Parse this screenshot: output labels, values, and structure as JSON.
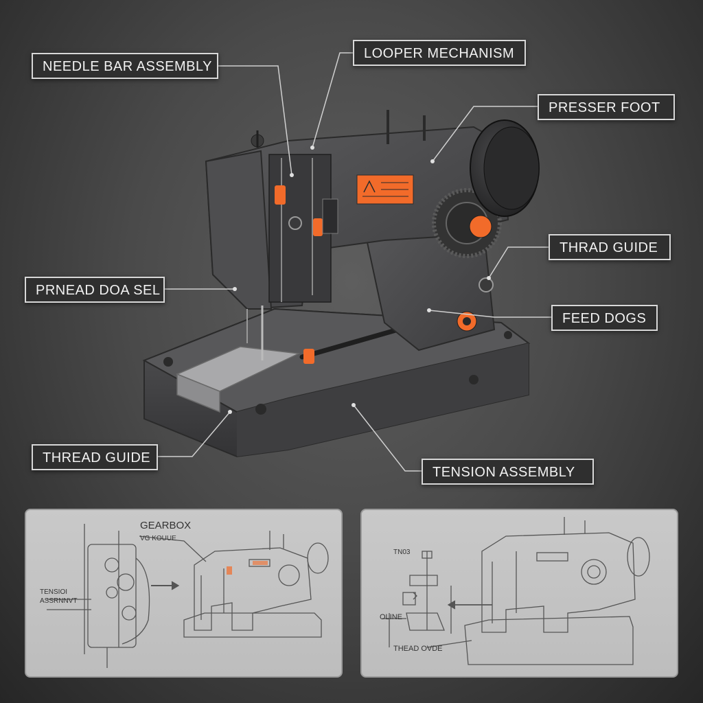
{
  "colors": {
    "body": "#4a4a4c",
    "accent": "#f26b2a",
    "label_bg": "#2f2f2f",
    "label_border": "#d8d8d8",
    "panel_bg": "#c4c4c4",
    "sketch_line": "#555555"
  },
  "callouts": {
    "needle_bar": "NEEDLE BAR ASSEMBLY",
    "looper": "LOOPER MECHANISM",
    "presser_foot": "PRESSER FOOT",
    "thrad_guide": "THRAD GUIDE",
    "prnead": "PRNEAD DOA SEL",
    "feed_dogs": "FEED DOGS",
    "thread_guide": "THREAD GUIDE",
    "tension": "TENSION  ASSEMBLY"
  },
  "panel_left": {
    "gearbox": "GEARBOX",
    "sub": "VG KOUUE",
    "tension_line1": "TENSIOI",
    "tension_line2": "ASSRNNVT"
  },
  "panel_right": {
    "code": "TN03",
    "oline": "OLINE",
    "thead": "THEAD OVDE"
  }
}
